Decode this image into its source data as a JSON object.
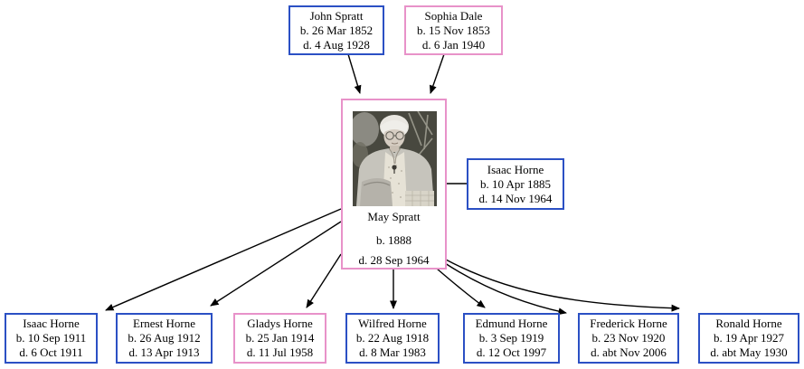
{
  "diagram": {
    "type": "family-tree",
    "generations": [
      "parents",
      "subject-and-spouse",
      "children"
    ]
  },
  "colors": {
    "male_border": "#2b50c4",
    "female_border": "#e892c9",
    "arrow": "#000000",
    "background": "#ffffff"
  },
  "people": {
    "father": {
      "name": "John Spratt",
      "birth": "b. 26 Mar 1852",
      "death": "d. 4 Aug 1928",
      "gender": "male"
    },
    "mother": {
      "name": "Sophia Dale",
      "birth": "b. 15 Nov 1853",
      "death": "d. 6 Jan 1940",
      "gender": "female"
    },
    "subject": {
      "name": "May Spratt",
      "birth": "b. 1888",
      "death": "d. 28 Sep 1964",
      "gender": "female",
      "photo": "black-and-white portrait of elderly woman with white hair, glasses and light cardigan"
    },
    "spouse": {
      "name": "Isaac Horne",
      "birth": "b. 10 Apr 1885",
      "death": "d. 14 Nov 1964",
      "gender": "male"
    },
    "children": [
      {
        "name": "Isaac Horne",
        "birth": "b. 10 Sep 1911",
        "death": "d. 6 Oct 1911",
        "gender": "male"
      },
      {
        "name": "Ernest Horne",
        "birth": "b. 26 Aug 1912",
        "death": "d. 13 Apr 1913",
        "gender": "male"
      },
      {
        "name": "Gladys Horne",
        "birth": "b. 25 Jan 1914",
        "death": "d. 11 Jul 1958",
        "gender": "female"
      },
      {
        "name": "Wilfred Horne",
        "birth": "b. 22 Aug 1918",
        "death": "d. 8 Mar 1983",
        "gender": "male"
      },
      {
        "name": "Edmund Horne",
        "birth": "b. 3 Sep 1919",
        "death": "d. 12 Oct 1997",
        "gender": "male"
      },
      {
        "name": "Frederick Horne",
        "birth": "b. 23 Nov 1920",
        "death": "d. abt Nov 2006",
        "gender": "male"
      },
      {
        "name": "Ronald Horne",
        "birth": "b. 19 Apr 1927",
        "death": "d. abt May 1930",
        "gender": "male"
      }
    ]
  }
}
